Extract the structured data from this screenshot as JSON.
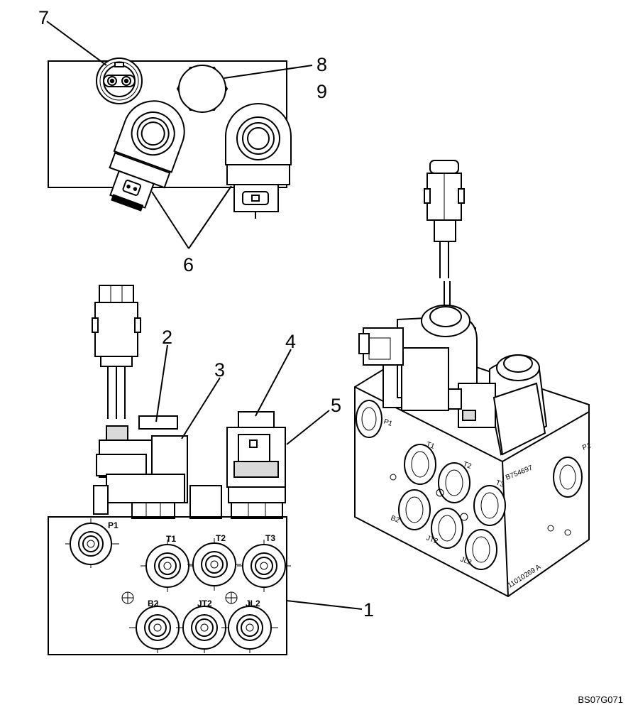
{
  "callouts": {
    "c1": "1",
    "c2": "2",
    "c3": "3",
    "c4": "4",
    "c5": "5",
    "c6": "6",
    "c7": "7",
    "c8": "8",
    "c9": "9"
  },
  "front_ports": {
    "p1": "P1",
    "t1": "T1",
    "t2": "T2",
    "t3": "T3",
    "b2": "B2",
    "jt2": "JT2",
    "jl2": "JL2"
  },
  "iso_ports": {
    "p1": "P1",
    "p2": "P2",
    "t1": "T1",
    "t2": "T2",
    "t3": "T3",
    "b2": "B2",
    "jt2": "JT2",
    "jl2": "JL2"
  },
  "iso_markings": {
    "serial": "B754697",
    "part": "11010269 A"
  },
  "reference_code": "BS07G071"
}
